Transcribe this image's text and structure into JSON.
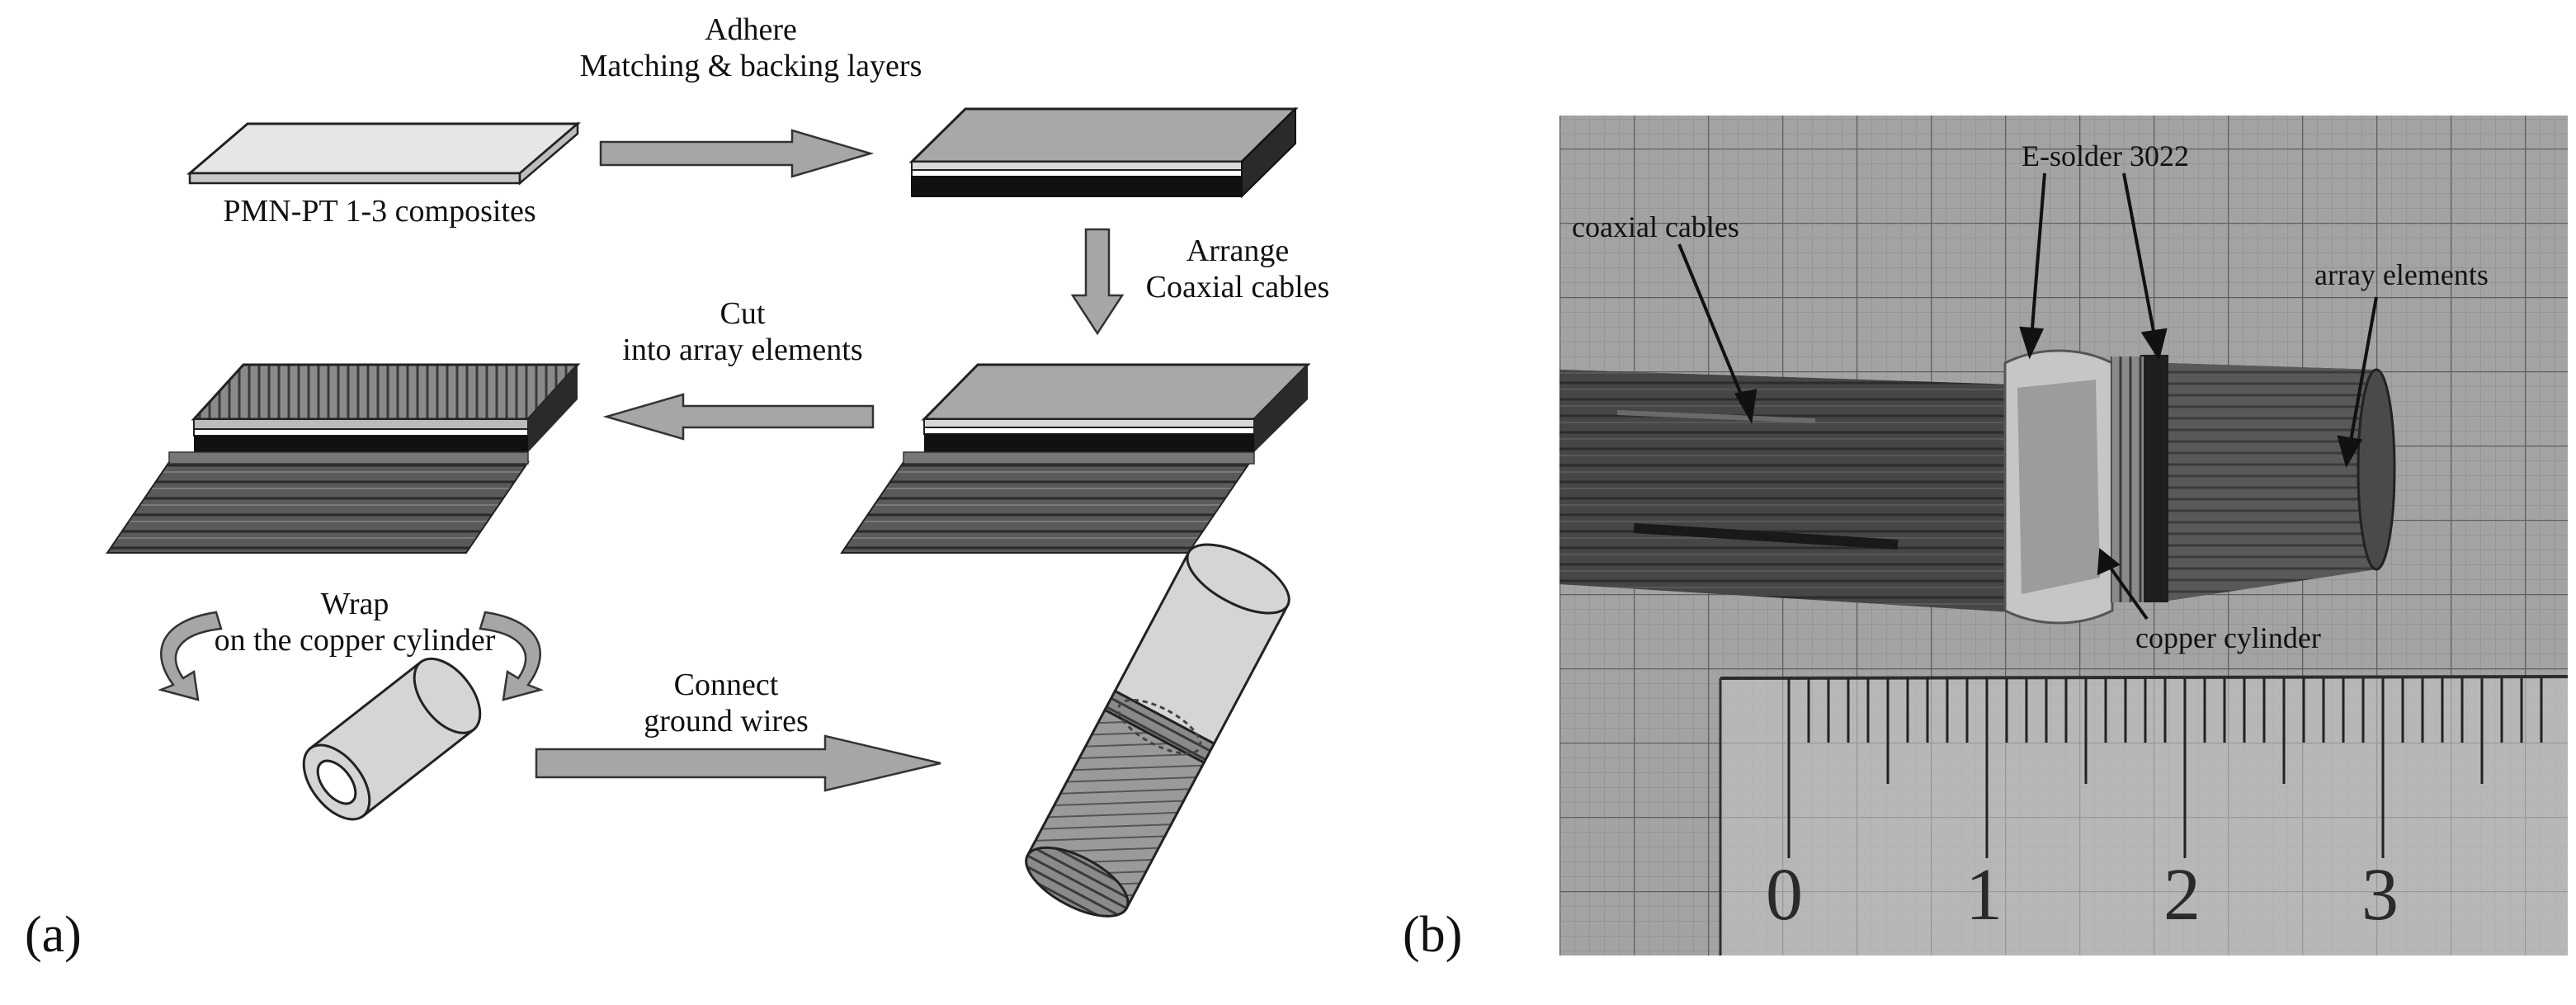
{
  "panel_a": {
    "label": "(a)",
    "steps": {
      "adhere": {
        "line1": "Adhere",
        "line2": "Matching & backing layers"
      },
      "arrange": {
        "line1": "Arrange",
        "line2": "Coaxial cables"
      },
      "cut": {
        "line1": "Cut",
        "line2": "into array elements"
      },
      "wrap": {
        "line1": "Wrap",
        "line2": "on the copper cylinder"
      },
      "connect": {
        "line1": "Connect",
        "line2": "ground wires"
      }
    },
    "composite_label": "PMN-PT 1-3 composites"
  },
  "panel_b": {
    "label": "(b)",
    "annotations": {
      "coaxial": "coaxial cables",
      "solder": "E-solder 3022",
      "array": "array elements",
      "copper": "copper cylinder"
    },
    "ruler_ticks": [
      "0",
      "1",
      "2",
      "3"
    ]
  }
}
